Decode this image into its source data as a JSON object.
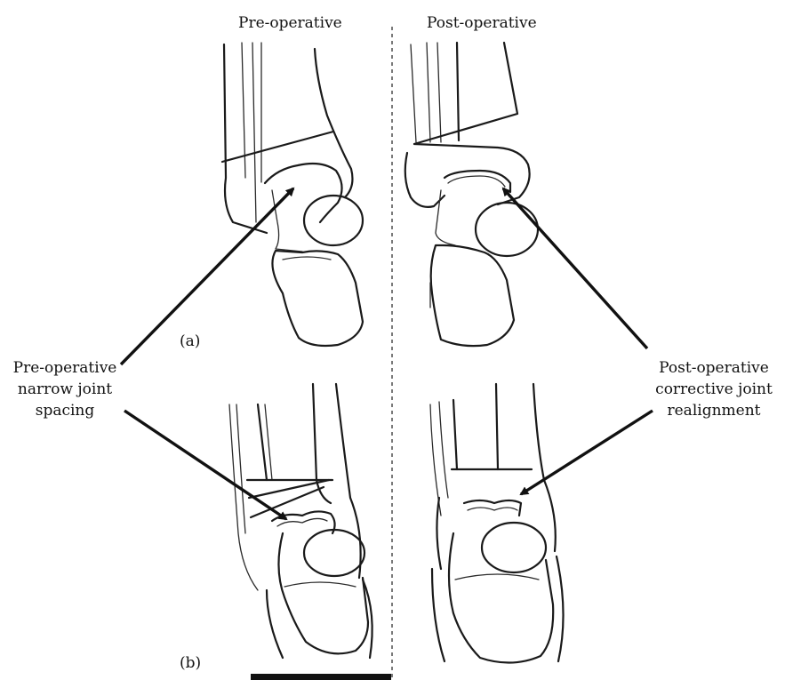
{
  "headings": {
    "left": "Pre-operative",
    "right": "Post-operative"
  },
  "panel_labels": {
    "a": "(a)",
    "b": "(b)"
  },
  "callouts": {
    "left": "Pre-operative\nnarrow joint\nspacing",
    "right": "Post-operative\ncorrective joint\nrealignment"
  },
  "colors": {
    "ink": "#1a1a1a",
    "background": "#ffffff"
  }
}
